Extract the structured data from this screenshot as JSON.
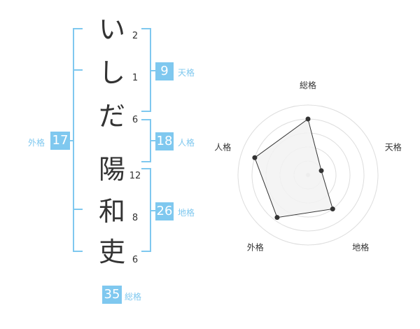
{
  "characters": [
    {
      "char": "い",
      "strokes": "2"
    },
    {
      "char": "し",
      "strokes": "1"
    },
    {
      "char": "だ",
      "strokes": "6"
    },
    {
      "char": "陽",
      "strokes": "12"
    },
    {
      "char": "和",
      "strokes": "8"
    },
    {
      "char": "吏",
      "strokes": "6"
    }
  ],
  "fortunes": {
    "tenkaku": {
      "value": "9",
      "label": "天格"
    },
    "jinkaku": {
      "value": "18",
      "label": "人格"
    },
    "chikaku": {
      "value": "26",
      "label": "地格"
    },
    "gaikaku": {
      "value": "17",
      "label": "外格"
    },
    "soukaku": {
      "value": "35",
      "label": "総格"
    }
  },
  "radar": {
    "axes": [
      "総格",
      "天格",
      "地格",
      "外格",
      "人格"
    ],
    "values": [
      0.8,
      0.2,
      0.6,
      0.75,
      0.8
    ],
    "fill_color": "#f2f2f2",
    "stroke_color": "#333333"
  },
  "colors": {
    "accent": "#7fc8ef",
    "text": "#333333"
  }
}
